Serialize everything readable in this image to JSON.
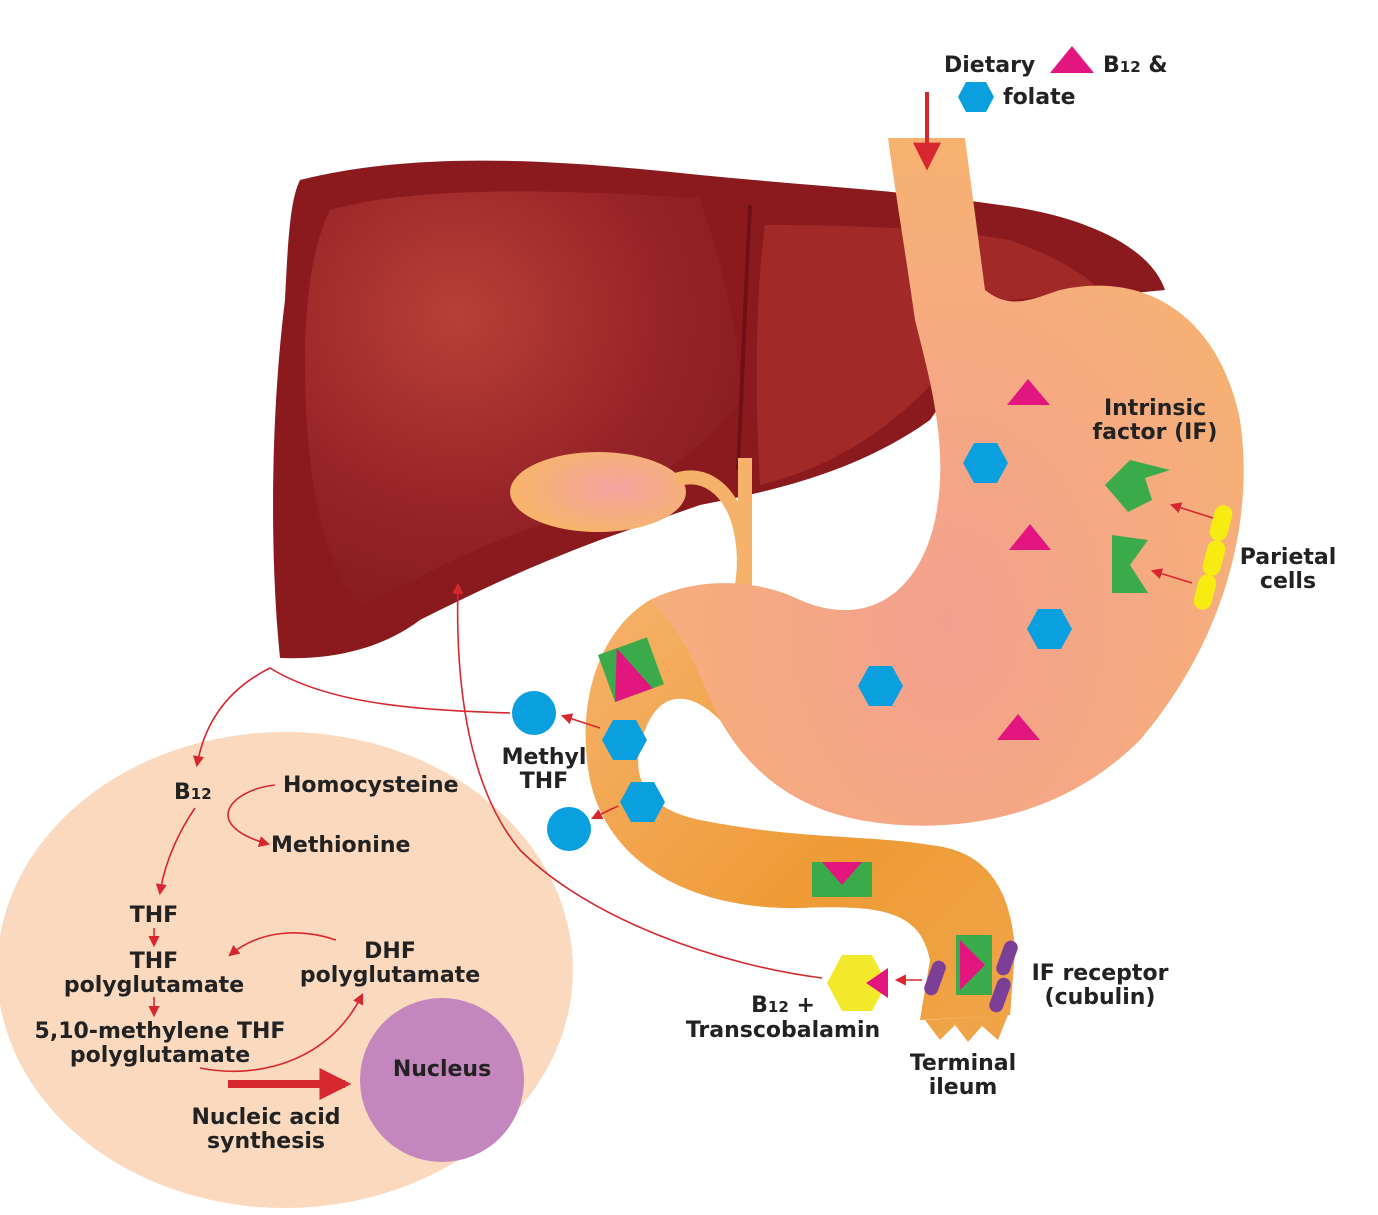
{
  "labels": {
    "dietary": "Dietary",
    "b12_amp": "B",
    "b12_amp_sub": "12",
    "b12_amp_tail": " &",
    "folate": "folate",
    "intrinsic_1": "Intrinsic",
    "intrinsic_2": "factor (IF)",
    "parietal_1": "Parietal",
    "parietal_2": "cells",
    "methyl_1": "Methyl",
    "methyl_2": "THF",
    "b12_main": "B",
    "b12_sub": "12",
    "homocysteine": "Homocysteine",
    "methionine": "Methionine",
    "thf": "THF",
    "thf_poly_1": "THF",
    "thf_poly_2": "polyglutamate",
    "dhf_1": "DHF",
    "dhf_2": "polyglutamate",
    "methylene_1": "5,10-methylene THF",
    "methylene_2": "polyglutamate",
    "nucleus": "Nucleus",
    "nucleic_1": "Nucleic acid",
    "nucleic_2": "synthesis",
    "b12tc_b": "B",
    "b12tc_sub": "12",
    "b12tc_tail": " +",
    "transcobalamin": "Transcobalamin",
    "if_receptor_1": "IF receptor",
    "if_receptor_2": "(cubulin)",
    "terminal_1": "Terminal",
    "terminal_2": "ileum"
  },
  "colors": {
    "liver": "#8b1a1f",
    "liver_shade": "#a8302a",
    "stomach": "#f6b26b",
    "stomach_inner": "#f4a38a",
    "gut_dark": "#ea9530",
    "cell": "#fbd9bf",
    "nucleus": "#c387bd",
    "b12": "#e3157f",
    "folate": "#0aa0e0",
    "intrinsic_factor": "#3aaa4a",
    "parietal": "#f7ec12",
    "transcobalamin": "#f3e92b",
    "cubulin": "#7b3f98",
    "arrow": "#d7282f"
  }
}
